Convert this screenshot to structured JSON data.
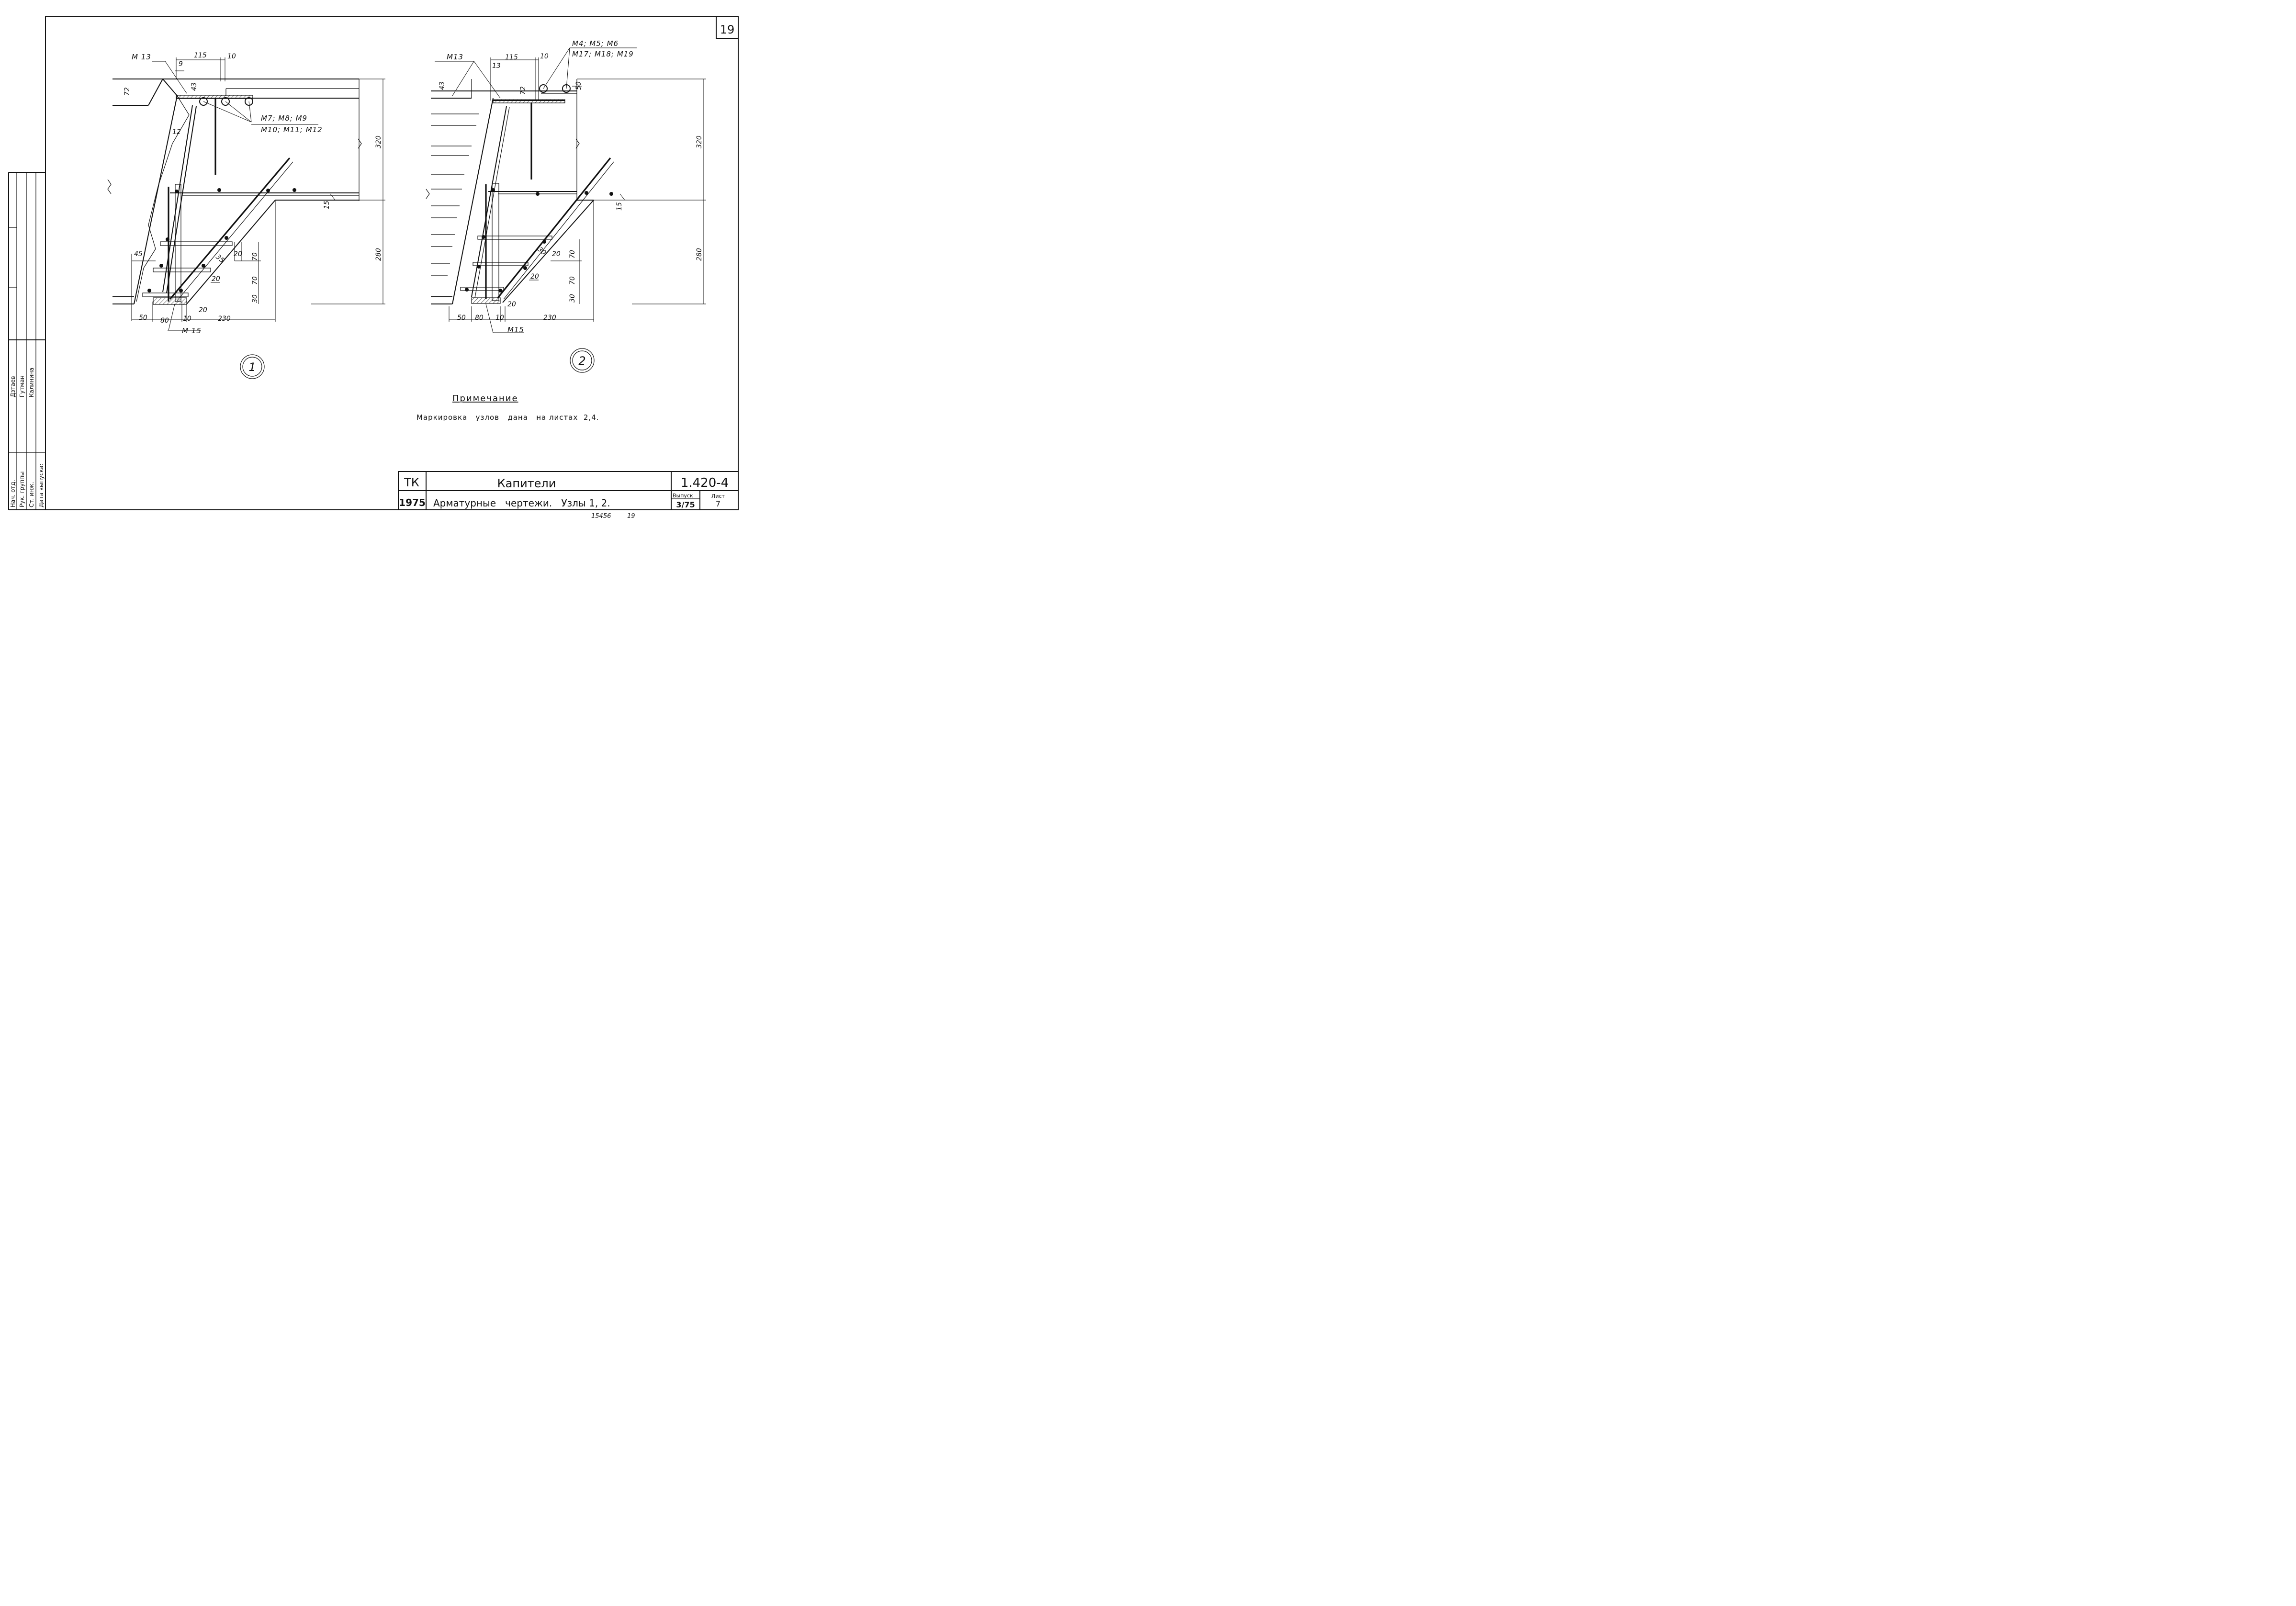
{
  "sheet": {
    "corner_number": "19",
    "stamp_bottom": "15456",
    "stamp_bottom_sheet": "19"
  },
  "node1": {
    "number": "1",
    "labels": {
      "m13": "М 13",
      "m7": "М7; М8; М9",
      "m10": "М10; М11; М12",
      "m15": "М 15"
    },
    "dims": {
      "d115": "115",
      "d10": "10",
      "d9": "9",
      "d43": "43",
      "d72": "72",
      "d12": "12",
      "d320": "320",
      "d15": "15",
      "d280": "280",
      "d45": "45",
      "d35": "35",
      "d20a": "20",
      "d20b": "20",
      "d20c": "20",
      "d70a": "70",
      "d70b": "70",
      "d30": "30",
      "d50": "50",
      "d80": "80",
      "d10b": "10",
      "d230": "230"
    }
  },
  "node2": {
    "number": "2",
    "labels": {
      "m13": "М13",
      "m4": "М4; М5; М6",
      "m17": "М17; М18; М19",
      "m15": "М15"
    },
    "dims": {
      "d115": "115",
      "d10": "10",
      "d13": "13",
      "d43": "43",
      "d72": "72",
      "d50": "50",
      "d320": "320",
      "d15": "15",
      "d280": "280",
      "d30": "30",
      "d20a": "20",
      "d20b": "20",
      "d20c": "20",
      "d70a": "70",
      "d70b": "70",
      "d30b": "30",
      "d50b": "50",
      "d80": "80",
      "d10b": "10",
      "d230": "230"
    }
  },
  "note": {
    "title": "Примечание",
    "text": "Маркировка   узлов   дана   на листах  2,4."
  },
  "title_block": {
    "org": "ТК",
    "year": "1975",
    "title": "Капители",
    "subtitle": "Арматурные   чертежи.   Узлы 1, 2.",
    "code": "1.420-4",
    "issue_label": "Выпуск",
    "issue": "3/75",
    "sheet_label": "Лист",
    "sheet": "7"
  },
  "side_block": {
    "rows": [
      "Нач. отд.",
      "Рук. группы",
      "Ст. инж.",
      "Дата выпуска:"
    ],
    "names": [
      "Дзтаев",
      "Гутман",
      "Калинина"
    ]
  }
}
